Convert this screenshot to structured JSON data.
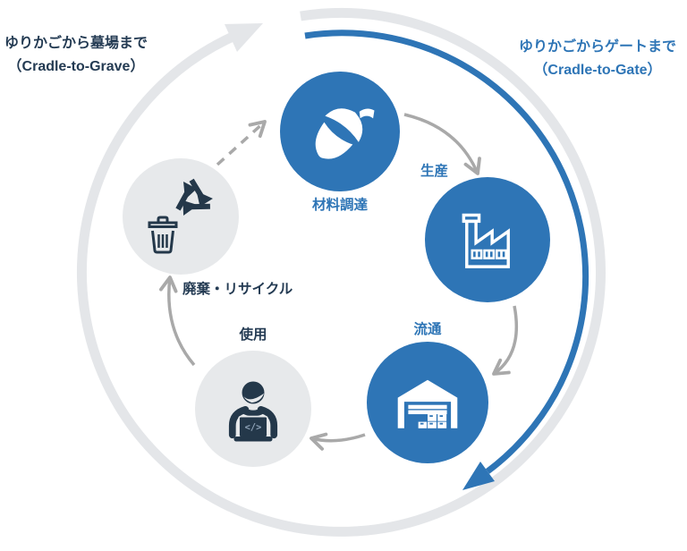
{
  "headers": {
    "cradle_to_grave": {
      "line1": "ゆりかごから墓場まで",
      "line2": "（Cradle-to-Grave）"
    },
    "cradle_to_gate": {
      "line1": "ゆりかごからゲートまで",
      "line2": "（Cradle-to-Gate）"
    }
  },
  "stages": [
    {
      "label": "材料調達",
      "icon": "acorn-icon",
      "emphasis": "blue"
    },
    {
      "label": "生産",
      "icon": "factory-icon",
      "emphasis": "blue"
    },
    {
      "label": "流通",
      "icon": "warehouse-icon",
      "emphasis": "blue"
    },
    {
      "label": "使用",
      "icon": "person-laptop-icon",
      "emphasis": "gray"
    },
    {
      "label": "廃棄・リサイクル",
      "icon": "recycle-trash-icon",
      "emphasis": "gray"
    }
  ],
  "laptop_code_text": "</>",
  "colors": {
    "primary_blue": "#2E75B6",
    "dark_navy": "#243B53",
    "icon_navy": "#24384A",
    "light_gray_circle": "#E7E9EB",
    "ring_gray": "#E4E6E9",
    "arrow_gray": "#A9A9A9"
  }
}
